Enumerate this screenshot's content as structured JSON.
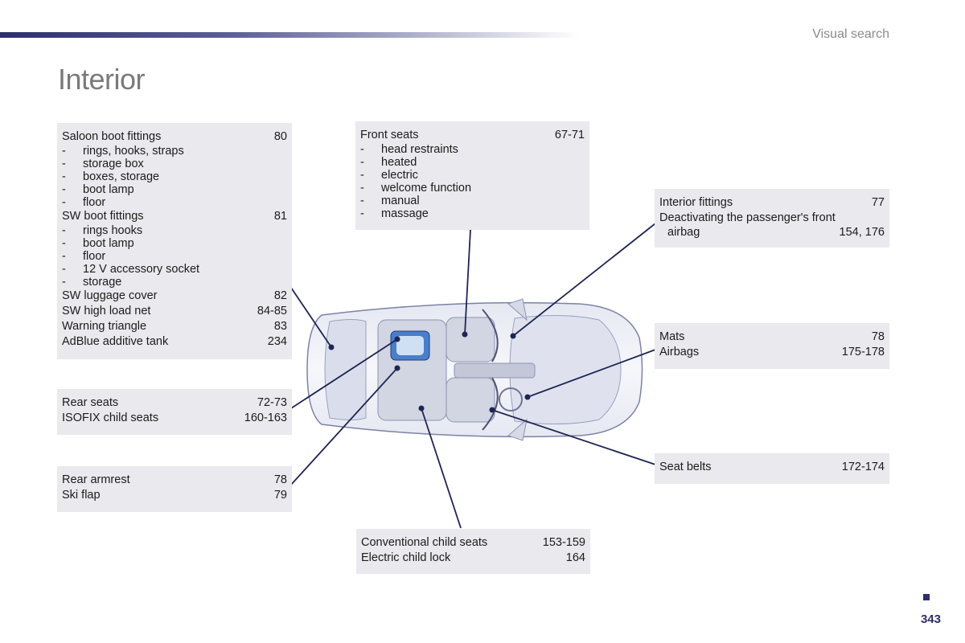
{
  "header": {
    "section": "Visual search",
    "title": "Interior"
  },
  "page_number": "343",
  "boxes": {
    "boot": {
      "groups": [
        {
          "label": "Saloon boot fittings",
          "page": "80",
          "items": [
            "rings, hooks, straps",
            "storage box",
            "boxes, storage",
            "boot lamp",
            "floor"
          ]
        },
        {
          "label": "SW boot fittings",
          "page": "81",
          "items": [
            "rings hooks",
            "boot lamp",
            "floor",
            "12 V accessory socket",
            "storage"
          ]
        },
        {
          "label": "SW luggage cover",
          "page": "82"
        },
        {
          "label": "SW high load net",
          "page": "84-85"
        },
        {
          "label": "Warning triangle",
          "page": "83"
        },
        {
          "label": "AdBlue additive tank",
          "page": "234"
        }
      ]
    },
    "rear_seats": {
      "rows": [
        {
          "label": "Rear seats",
          "page": "72-73"
        },
        {
          "label": "ISOFIX child seats",
          "page": "160-163"
        }
      ]
    },
    "rear_armrest": {
      "rows": [
        {
          "label": "Rear armrest",
          "page": "78"
        },
        {
          "label": "Ski flap",
          "page": "79"
        }
      ]
    },
    "front_seats": {
      "label": "Front seats",
      "page": "67-71",
      "items": [
        "head restraints",
        "heated",
        "electric",
        "welcome function",
        "manual",
        "massage"
      ]
    },
    "interior_fittings": {
      "label": "Interior fittings",
      "page": "77",
      "label2": "Deactivating the passenger's front",
      "label2b": "airbag",
      "page2": "154, 176"
    },
    "mats": {
      "rows": [
        {
          "label": "Mats",
          "page": "78"
        },
        {
          "label": "Airbags",
          "page": "175-178"
        }
      ]
    },
    "seat_belts": {
      "rows": [
        {
          "label": "Seat belts",
          "page": "172-174"
        }
      ]
    },
    "child_seats": {
      "rows": [
        {
          "label": "Conventional child seats",
          "page": "153-159"
        },
        {
          "label": "Electric child lock",
          "page": "164"
        }
      ]
    }
  },
  "dash": "-"
}
